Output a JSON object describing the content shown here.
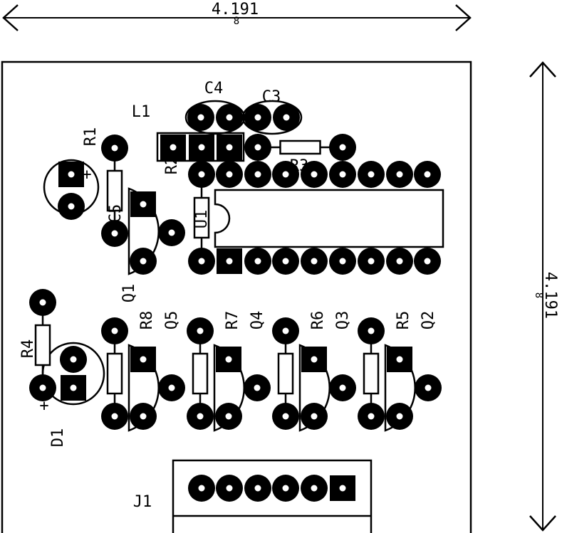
{
  "dimensions": {
    "width": "4.191",
    "width_sub": "8",
    "height": "4.191",
    "height_sub": "8"
  },
  "labels": {
    "C4": "C4",
    "C3": "C3",
    "L1": "L1",
    "R1": "R1",
    "R2": "R2",
    "R3": "R3",
    "C5": "C5",
    "U1": "U1",
    "Q1": "Q1",
    "R4": "R4",
    "D1": "D1",
    "R8": "R8",
    "Q5": "Q5",
    "R7": "R7",
    "Q4": "Q4",
    "R6": "R6",
    "Q3": "Q3",
    "R5": "R5",
    "Q2": "Q2",
    "J1": "J1"
  },
  "polarity": {
    "plus": "+"
  },
  "colors": {
    "ink": "#000000",
    "background": "#ffffff"
  }
}
